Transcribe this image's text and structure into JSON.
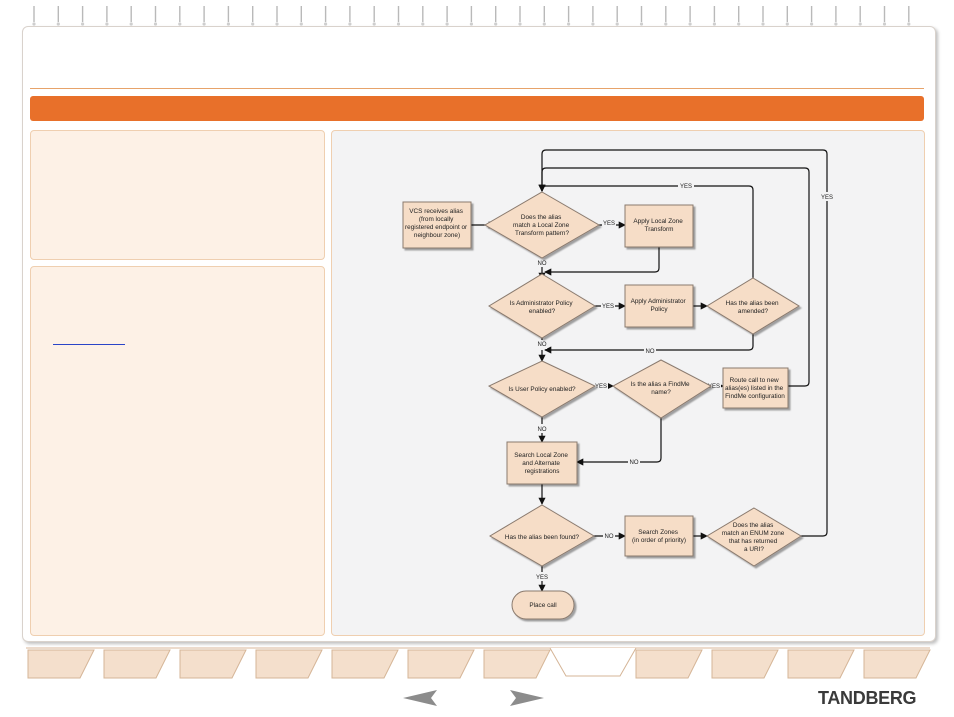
{
  "colors": {
    "accent": "#e8702a",
    "node_fill": "#f6ddc7",
    "node_stroke": "#8a7a6e",
    "panel_fill": "#fdf1e6",
    "diagram_bg": "#f3f3f4"
  },
  "icons": {
    "prev": "arrow-left-icon",
    "next": "arrow-right-icon"
  },
  "flowchart": {
    "nodes": {
      "receives": [
        "VCS receives alias",
        "(from locally",
        "registered endpoint or",
        "neighbour zone)"
      ],
      "local_match": [
        "Does the alias",
        "match a Local Zone",
        "Transform pattern?"
      ],
      "apply_local": [
        "Apply Local Zone",
        "Transform"
      ],
      "admin_enabled": [
        "Is Administrator Policy",
        "enabled?"
      ],
      "apply_admin": [
        "Apply Administrator",
        "Policy"
      ],
      "amended": [
        "Has the alias been",
        "amended?"
      ],
      "user_enabled": [
        "Is User Policy enabled?"
      ],
      "findme_name": [
        "Is the alias a FindMe",
        "name?"
      ],
      "route_call": [
        "Route call to new",
        "alias(es) listed in the",
        "FindMe configuration"
      ],
      "search_local": [
        "Search Local Zone",
        "and Alternate",
        "registrations"
      ],
      "found": [
        "Has the alias been found?"
      ],
      "search_zones": [
        "Search Zones",
        "(in order of priority)"
      ],
      "enum_match": [
        "Does the alias",
        "match an ENUM zone",
        "that has returned",
        "a URI?"
      ],
      "place_call": [
        "Place call"
      ]
    },
    "edges": {
      "local_yes": "YES",
      "local_no": "NO",
      "admin_yes": "YES",
      "amended_yes": "YES",
      "amended_no": "NO",
      "user_yes": "YES",
      "user_no": "NO",
      "findme_yes": "YES",
      "findme_no": "NO",
      "found_no": "NO",
      "found_yes": "YES",
      "enum_yes": "YES"
    }
  },
  "footer": {
    "logo": "TANDBERG"
  }
}
